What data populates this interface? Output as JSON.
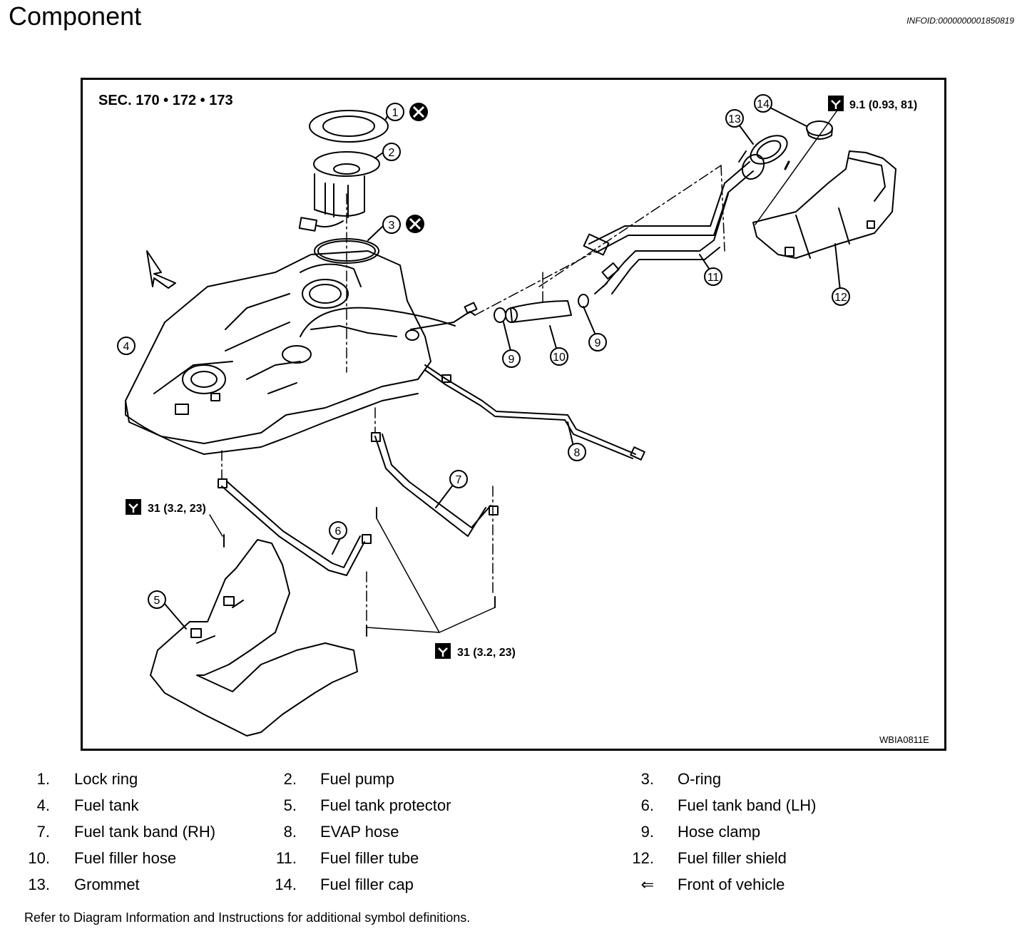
{
  "header": {
    "title": "Component",
    "info_id": "INFOID:0000000001850819"
  },
  "figure": {
    "section_label": "SEC. 170 • 172 • 173",
    "figure_code": "WBIA0811E",
    "torques": {
      "filler_shield": "9.1 (0.93, 81)",
      "left_band": "31 (3.2, 23)",
      "right_band": "31 (3.2, 23)"
    },
    "callouts": [
      "1",
      "2",
      "3",
      "4",
      "5",
      "6",
      "7",
      "8",
      "9",
      "9",
      "10",
      "11",
      "12",
      "13",
      "14"
    ],
    "icons": [
      "wrench-torque-icon",
      "do-not-reuse-icon",
      "front-arrow-icon"
    ]
  },
  "legend": {
    "rows": [
      [
        {
          "num": "1.",
          "label": "Lock ring"
        },
        {
          "num": "2.",
          "label": "Fuel pump"
        },
        {
          "num": "3.",
          "label": "O-ring"
        }
      ],
      [
        {
          "num": "4.",
          "label": "Fuel tank"
        },
        {
          "num": "5.",
          "label": "Fuel tank protector"
        },
        {
          "num": "6.",
          "label": "Fuel tank band (LH)"
        }
      ],
      [
        {
          "num": "7.",
          "label": "Fuel tank band (RH)"
        },
        {
          "num": "8.",
          "label": "EVAP hose"
        },
        {
          "num": "9.",
          "label": "Hose clamp"
        }
      ],
      [
        {
          "num": "10.",
          "label": "Fuel filler hose"
        },
        {
          "num": "11.",
          "label": "Fuel filler tube"
        },
        {
          "num": "12.",
          "label": "Fuel filler shield"
        }
      ],
      [
        {
          "num": "13.",
          "label": "Grommet"
        },
        {
          "num": "14.",
          "label": "Fuel filler cap"
        },
        {
          "num": "⇐",
          "label": "Front of vehicle"
        }
      ]
    ]
  },
  "footnote": "Refer to Diagram Information and Instructions for additional symbol definitions."
}
